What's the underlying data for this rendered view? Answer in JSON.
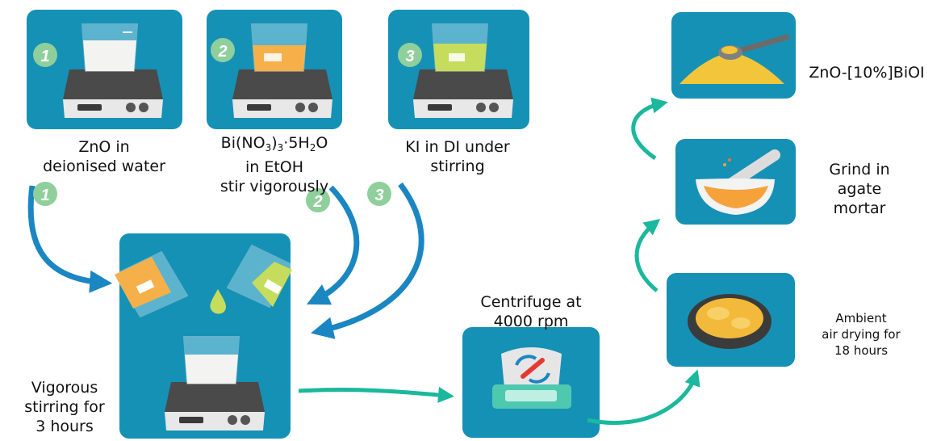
{
  "colors": {
    "tile": "#1591b6",
    "arrow_blue": "#1a86c2",
    "arrow_teal": "#1ab89c",
    "badge": "#8fcf9c",
    "liquid_white": "#f3f4f1",
    "liquid_orange": "#f6b04a",
    "liquid_green": "#c6dc5c",
    "powder": "#f2c53a"
  },
  "steps": [
    {
      "badge": "1",
      "label_lines": [
        "ZnO in",
        "deionised water"
      ]
    },
    {
      "badge": "2",
      "formula": {
        "a": "Bi(NO",
        "s1": "3",
        "b": ")",
        "s2": "3",
        "c": "·5H",
        "s3": "2",
        "d": "O"
      },
      "label_lines": [
        "in EtOH",
        "stir vigorously"
      ]
    },
    {
      "badge": "3",
      "label_lines": [
        "KI in DI under",
        "stirring"
      ]
    }
  ],
  "mix": {
    "label_lines": [
      "Vigorous",
      "stirring for",
      "3 hours"
    ]
  },
  "centrifuge": {
    "label_lines": [
      "Centrifuge at",
      "4000 rpm"
    ]
  },
  "drying": {
    "label_lines": [
      "Ambient",
      "air drying for",
      "18 hours"
    ]
  },
  "grind": {
    "label_lines": [
      "Grind in",
      "agate",
      "mortar"
    ]
  },
  "product": {
    "label": "ZnO-[10%]BiOI"
  }
}
